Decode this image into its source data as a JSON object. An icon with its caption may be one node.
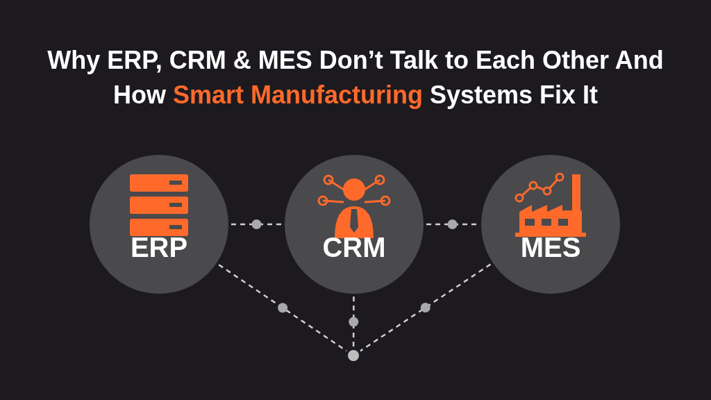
{
  "diagram": {
    "title": "Why ERP, CRM & MES Don’t Talk to Each Other And How **Smart Manufacturing** Systems Fix It",
    "nodes": [
      {
        "text": [
          "ERP"
        ]
      },
      {
        "text": [
          "CRM"
        ]
      },
      {
        "text": [
          "MES"
        ]
      },
      {
        "text": [],
        "shape": "circle"
      }
    ],
    "edges": [
      {
        "from": 0,
        "to": 1,
        "arrow": "none",
        "style": "dashed"
      },
      {
        "from": 1,
        "to": 2,
        "arrow": "none",
        "style": "dashed"
      },
      {
        "from": 0,
        "to": 3,
        "arrow": "none",
        "style": "dashed"
      },
      {
        "from": 1,
        "to": 3,
        "arrow": "none",
        "style": "dashed"
      },
      {
        "from": 2,
        "to": 3,
        "arrow": "none",
        "style": "dashed"
      }
    ]
  }
}
